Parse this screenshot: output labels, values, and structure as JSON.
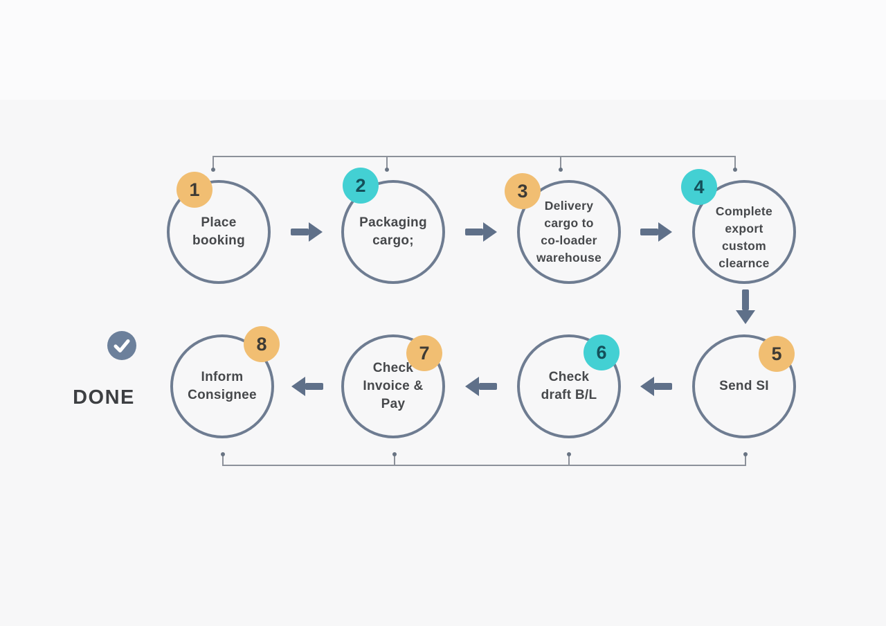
{
  "diagram": {
    "type": "process-flowchart",
    "description_visible_text_only": ""
  },
  "done": {
    "label": "DONE",
    "icon": "check-circle-icon"
  },
  "colors": {
    "badge_orange": "#f1be72",
    "badge_teal": "#43d0d3",
    "badge_text_orange": "#3e3b35",
    "badge_text_teal": "#14505a",
    "circle_stroke": "#6e7c91",
    "arrow": "#5f7089",
    "bracket_line": "#8c919a",
    "label_text": "#46484b",
    "done_icon_fill": "#6c809b",
    "background": "#f7f7f8"
  },
  "steps": [
    {
      "number": "1",
      "label": "Place\nbooking",
      "badge_color": "orange"
    },
    {
      "number": "2",
      "label": "Packaging\ncargo;",
      "badge_color": "teal"
    },
    {
      "number": "3",
      "label": "Delivery\ncargo to\nco-loader\nwarehouse",
      "badge_color": "orange"
    },
    {
      "number": "4",
      "label": "Complete\nexport\ncustom\nclearnce",
      "badge_color": "teal"
    },
    {
      "number": "5",
      "label": "Send SI",
      "badge_color": "orange"
    },
    {
      "number": "6",
      "label": "Check\ndraft B/L",
      "badge_color": "teal"
    },
    {
      "number": "7",
      "label": "Check\nInvoice &\nPay",
      "badge_color": "orange"
    },
    {
      "number": "8",
      "label": "Inform\nConsignee",
      "badge_color": "orange"
    }
  ]
}
